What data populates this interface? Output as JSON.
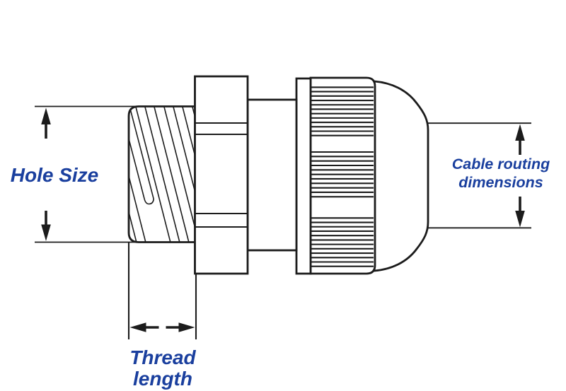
{
  "colors": {
    "label-blue": "#1a3f9e",
    "line-dark": "#1c1c1c",
    "bg": "#ffffff"
  },
  "labels": {
    "hole_size": "Hole Size",
    "thread_length": "Thread length",
    "cable_routing": "Cable routing\ndimensions"
  }
}
